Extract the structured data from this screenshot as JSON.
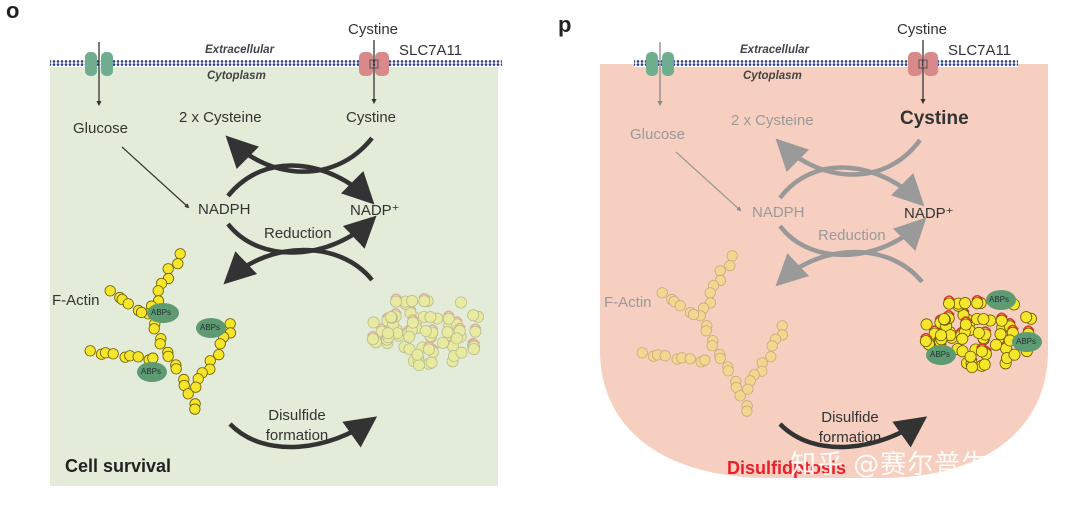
{
  "panel_o": {
    "letter": "o",
    "extracellular": "Extracellular",
    "cytoplasm": "Cytoplasm",
    "cystine_top": "Cystine",
    "transporter": "SLC7A11",
    "glucose": "Glucose",
    "cysteine": "2 x Cysteine",
    "cystine": "Cystine",
    "nadph": "NADPH",
    "nadp": "NADP⁺",
    "reduction": "Reduction",
    "factin": "F-Actin",
    "abps": "ABPs",
    "disulfide_line1": "Disulfide",
    "disulfide_line2": "formation",
    "outcome": "Cell survival"
  },
  "panel_p": {
    "letter": "p",
    "extracellular": "Extracellular",
    "cytoplasm": "Cytoplasm",
    "cystine_top": "Cystine",
    "transporter": "SLC7A11",
    "glucose": "Glucose",
    "cysteine": "2 x Cysteine",
    "cystine": "Cystine",
    "nadph": "NADPH",
    "nadp": "NADP⁺",
    "reduction": "Reduction",
    "factin": "F-Actin",
    "abps": "ABPs",
    "disulfide_line1": "Disulfide",
    "disulfide_line2": "formation",
    "outcome": "Disulfidptosis"
  },
  "watermark": "知乎 @赛尔普生物",
  "colors": {
    "survival_bg": "#e2ecd8",
    "death_bg": "#f6cfc0",
    "membrane": "#2b3a8c",
    "glut": "#6fae8e",
    "slc": "#d98989",
    "actin": "#f5e62a",
    "abp": "#5f9b72",
    "disulfide": "#e0332e",
    "outcome_death": "#e8202a"
  }
}
